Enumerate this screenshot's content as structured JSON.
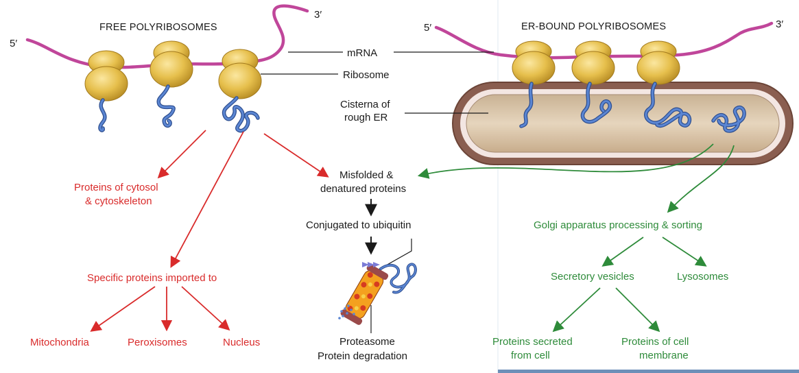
{
  "left": {
    "title": "FREE POLYRIBOSOMES",
    "five_prime": "5′",
    "three_prime": "3′",
    "proteins_cytosol": [
      "Proteins of cytosol",
      "& cytoskeleton"
    ],
    "imported_to": "Specific proteins imported to",
    "targets": [
      "Mitochondria",
      "Peroxisomes",
      "Nucleus"
    ]
  },
  "center": {
    "mrna": "mRNA",
    "ribosome": "Ribosome",
    "cisterna": [
      "Cisterna of",
      "rough ER"
    ],
    "misfolded": [
      "Misfolded &",
      "denatured proteins"
    ],
    "ubiquitin": "Conjugated to ubiquitin",
    "proteasome": [
      "Proteasome",
      "Protein degradation"
    ]
  },
  "right": {
    "title": "ER-BOUND POLYRIBOSOMES",
    "five_prime": "5′",
    "three_prime": "3′",
    "golgi": "Golgi apparatus processing & sorting",
    "secretory": "Secretory vesicles",
    "lysosomes": "Lysosomes",
    "secreted": [
      "Proteins secreted",
      "from cell"
    ],
    "membrane": [
      "Proteins of cell",
      "membrane"
    ]
  },
  "colors": {
    "mrna": "#c0469a",
    "ribosome": "#e3bd4a",
    "protein": "#4a6fb8",
    "red_arrows": "#d92b2b",
    "green_arrows": "#2e8b3a",
    "er_membrane": "#8a5e50",
    "er_lumen": "#d9c4a8"
  }
}
